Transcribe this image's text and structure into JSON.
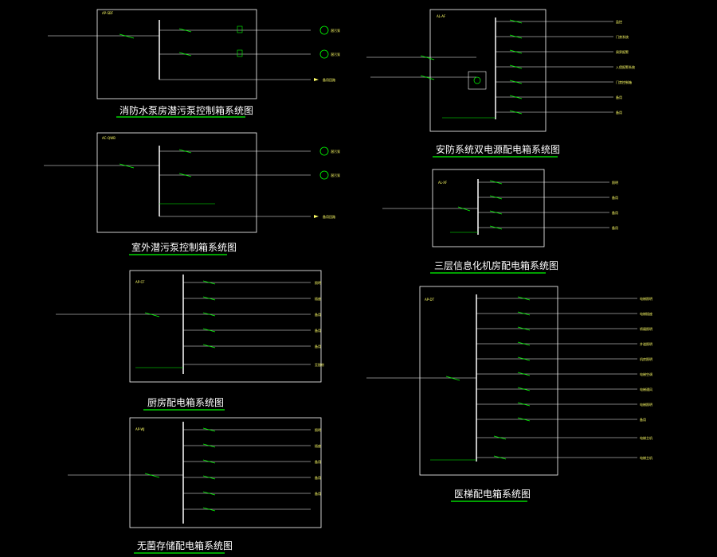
{
  "colors": {
    "background": "#000000",
    "frame": "#ffffff",
    "bus": "#ffffff",
    "breaker": "#00ff00",
    "text": "#ffff66",
    "title": "#ffffff",
    "title_underline": "#00ff00",
    "note": "#ff44ff"
  },
  "panels": [
    {
      "id": "fire-pump",
      "title": "消防水泵房潜污泵控制箱系统图",
      "code": "AP-SBF",
      "outgoing_labels": [
        "潜污泵",
        "潜污泵",
        "备用回路"
      ]
    },
    {
      "id": "outdoor-pump",
      "title": "室外潜污泵控制箱系统图",
      "code": "AC-QWB",
      "outgoing_labels": [
        "潜污泵",
        "潜污泵",
        "备用回路"
      ]
    },
    {
      "id": "kitchen",
      "title": "厨房配电箱系统图",
      "code": "AP-CF",
      "outgoing_labels": [
        "照明",
        "插座",
        "备用",
        "备用",
        "备用",
        "至厨房"
      ]
    },
    {
      "id": "sterile",
      "title": "无菌存储配电箱系统图",
      "code": "AP-WJ",
      "outgoing_labels": [
        "照明",
        "插座",
        "备用",
        "备用",
        "备用"
      ]
    },
    {
      "id": "security",
      "title": "安防系统双电源配电箱系统图",
      "code": "AL-AF",
      "outgoing_labels": [
        "监控",
        "门禁系统",
        "周界报警",
        "入侵报警系统",
        "门禁控制箱",
        "备用",
        "备用"
      ]
    },
    {
      "id": "it-room",
      "title": "三层信息化机房配电箱系统图",
      "code": "AL-XF",
      "outgoing_labels": [
        "照明",
        "备用",
        "备用",
        "备用"
      ]
    },
    {
      "id": "elevator",
      "title": "医梯配电箱系统图",
      "code": "AP-DT",
      "outgoing_labels": [
        "电梯照明",
        "电梯插座",
        "轿厢照明",
        "井道照明",
        "机房照明",
        "电梯空调",
        "电梯通风",
        "电梯照明",
        "备用",
        "电梯主机",
        "电梯主机"
      ]
    }
  ]
}
